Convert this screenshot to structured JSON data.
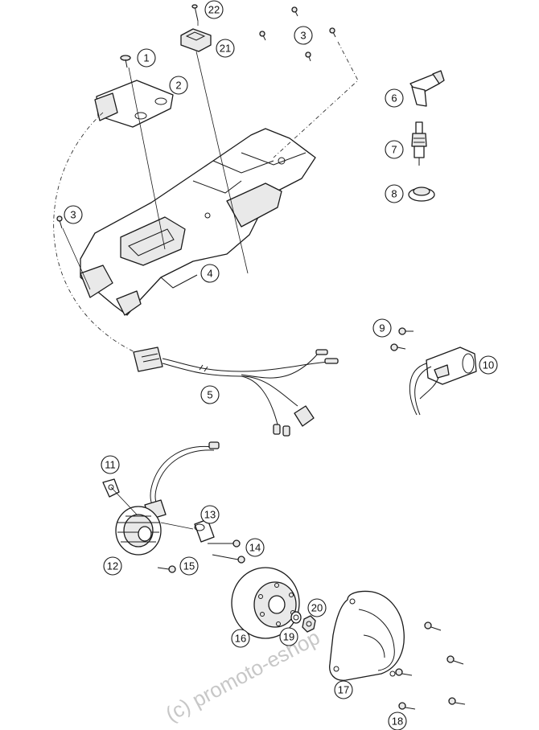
{
  "watermark": "(c) promoto-eshop",
  "callouts": [
    {
      "id": "1",
      "label": "1"
    },
    {
      "id": "2",
      "label": "2"
    },
    {
      "id": "3a",
      "label": "3"
    },
    {
      "id": "3b",
      "label": "3"
    },
    {
      "id": "4",
      "label": "4"
    },
    {
      "id": "5",
      "label": "5"
    },
    {
      "id": "6",
      "label": "6"
    },
    {
      "id": "7",
      "label": "7"
    },
    {
      "id": "8",
      "label": "8"
    },
    {
      "id": "9",
      "label": "9"
    },
    {
      "id": "10",
      "label": "10"
    },
    {
      "id": "11",
      "label": "11"
    },
    {
      "id": "12",
      "label": "12"
    },
    {
      "id": "13",
      "label": "13"
    },
    {
      "id": "14",
      "label": "14"
    },
    {
      "id": "15",
      "label": "15"
    },
    {
      "id": "16",
      "label": "16"
    },
    {
      "id": "17",
      "label": "17"
    },
    {
      "id": "18",
      "label": "18"
    },
    {
      "id": "19",
      "label": "19"
    },
    {
      "id": "20",
      "label": "20"
    },
    {
      "id": "21",
      "label": "21"
    },
    {
      "id": "22",
      "label": "22"
    }
  ]
}
